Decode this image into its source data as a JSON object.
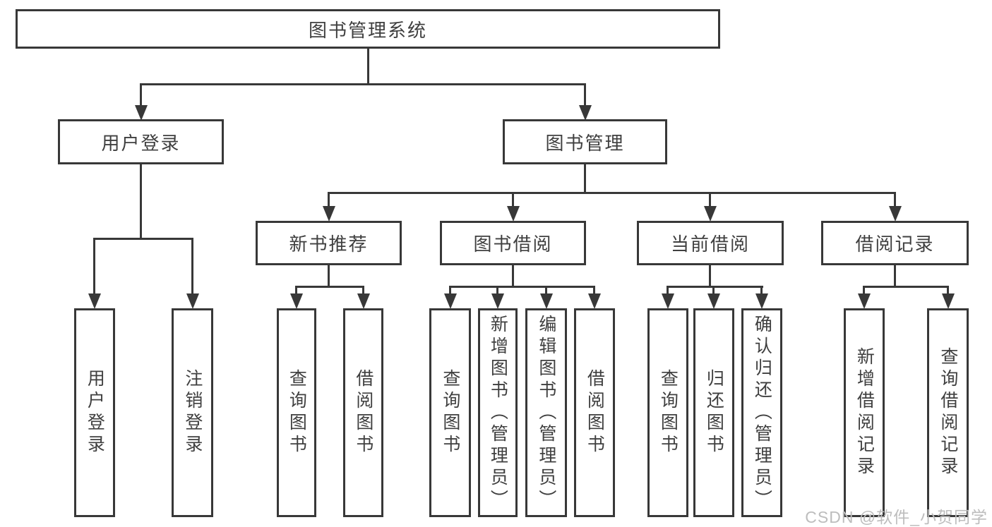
{
  "diagram": {
    "root": "图书管理系统",
    "branches": [
      {
        "label": "用户登录",
        "children": [
          "用户登录",
          "注销登录"
        ]
      },
      {
        "label": "图书管理",
        "children": [
          {
            "label": "新书推荐",
            "children": [
              "查询图书",
              "借阅图书"
            ]
          },
          {
            "label": "图书借阅",
            "children": [
              "查询图书",
              "新增图书（管理员）",
              "编辑图书（管理员）",
              "借阅图书"
            ]
          },
          {
            "label": "当前借阅",
            "children": [
              "查询图书",
              "归还图书",
              "确认归还（管理员）"
            ]
          },
          {
            "label": "借阅记录",
            "children": [
              "新增借阅记录",
              "查询借阅记录"
            ]
          }
        ]
      }
    ]
  },
  "watermark": "CSDN @软件_小贺同学",
  "colors": {
    "line": "#383838",
    "text": "#3f3f3f",
    "watermark": "#bdbdbd",
    "background": "#ffffff"
  }
}
